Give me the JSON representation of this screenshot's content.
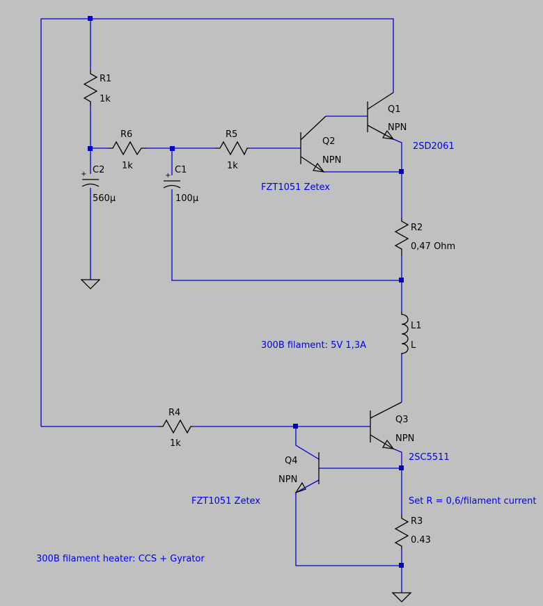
{
  "background_color": "#c0c0c0",
  "wire_color": "#0000cd",
  "comment_color": "#0000ee",
  "components": {
    "r1": {
      "name": "R1",
      "value": "1k"
    },
    "r2": {
      "name": "R2",
      "value": "0,47 Ohm"
    },
    "r3": {
      "name": "R3",
      "value": "0.43"
    },
    "r4": {
      "name": "R4",
      "value": "1k"
    },
    "r5": {
      "name": "R5",
      "value": "1k"
    },
    "r6": {
      "name": "R6",
      "value": "1k"
    },
    "c1": {
      "name": "C1",
      "value": "100µ",
      "polarity": "+"
    },
    "c2": {
      "name": "C2",
      "value": "560µ",
      "polarity": "+"
    },
    "l1": {
      "name": "L1",
      "value": "L"
    },
    "q1": {
      "name": "Q1",
      "type": "NPN"
    },
    "q2": {
      "name": "Q2",
      "type": "NPN"
    },
    "q3": {
      "name": "Q3",
      "type": "NPN"
    },
    "q4": {
      "name": "Q4",
      "type": "NPN"
    }
  },
  "annotations": {
    "q1_part": "2SD2061",
    "q2_part": "FZT1051 Zetex",
    "q3_part": "2SC5511",
    "q4_part": "FZT1051 Zetex",
    "filament": "300B filament: 5V 1,3A",
    "set_r": "Set R = 0,6/filament current",
    "title": "300B filament heater: CCS + Gyrator"
  }
}
